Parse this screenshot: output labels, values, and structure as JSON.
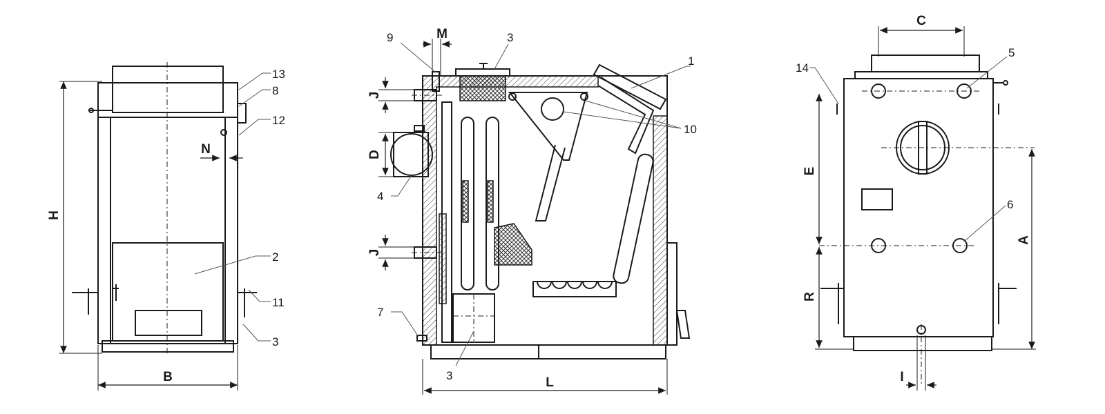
{
  "views": {
    "front": {
      "callouts": {
        "c13": "13",
        "c8": "8",
        "c12": "12",
        "c2": "2",
        "c11": "11",
        "c3": "3"
      },
      "dims": {
        "h": "H",
        "b": "B",
        "n": "N"
      }
    },
    "section": {
      "callouts": {
        "c9": "9",
        "c3top": "3",
        "c1": "1",
        "c10": "10",
        "c4": "4",
        "c7": "7",
        "c3bot": "3"
      },
      "dims": {
        "m": "M",
        "j1": "J",
        "d": "D",
        "j2": "J",
        "l": "L"
      }
    },
    "rear": {
      "callouts": {
        "c14": "14",
        "c5": "5",
        "c6": "6"
      },
      "dims": {
        "c": "C",
        "e": "E",
        "a": "A",
        "r": "R",
        "i": "I"
      }
    }
  }
}
